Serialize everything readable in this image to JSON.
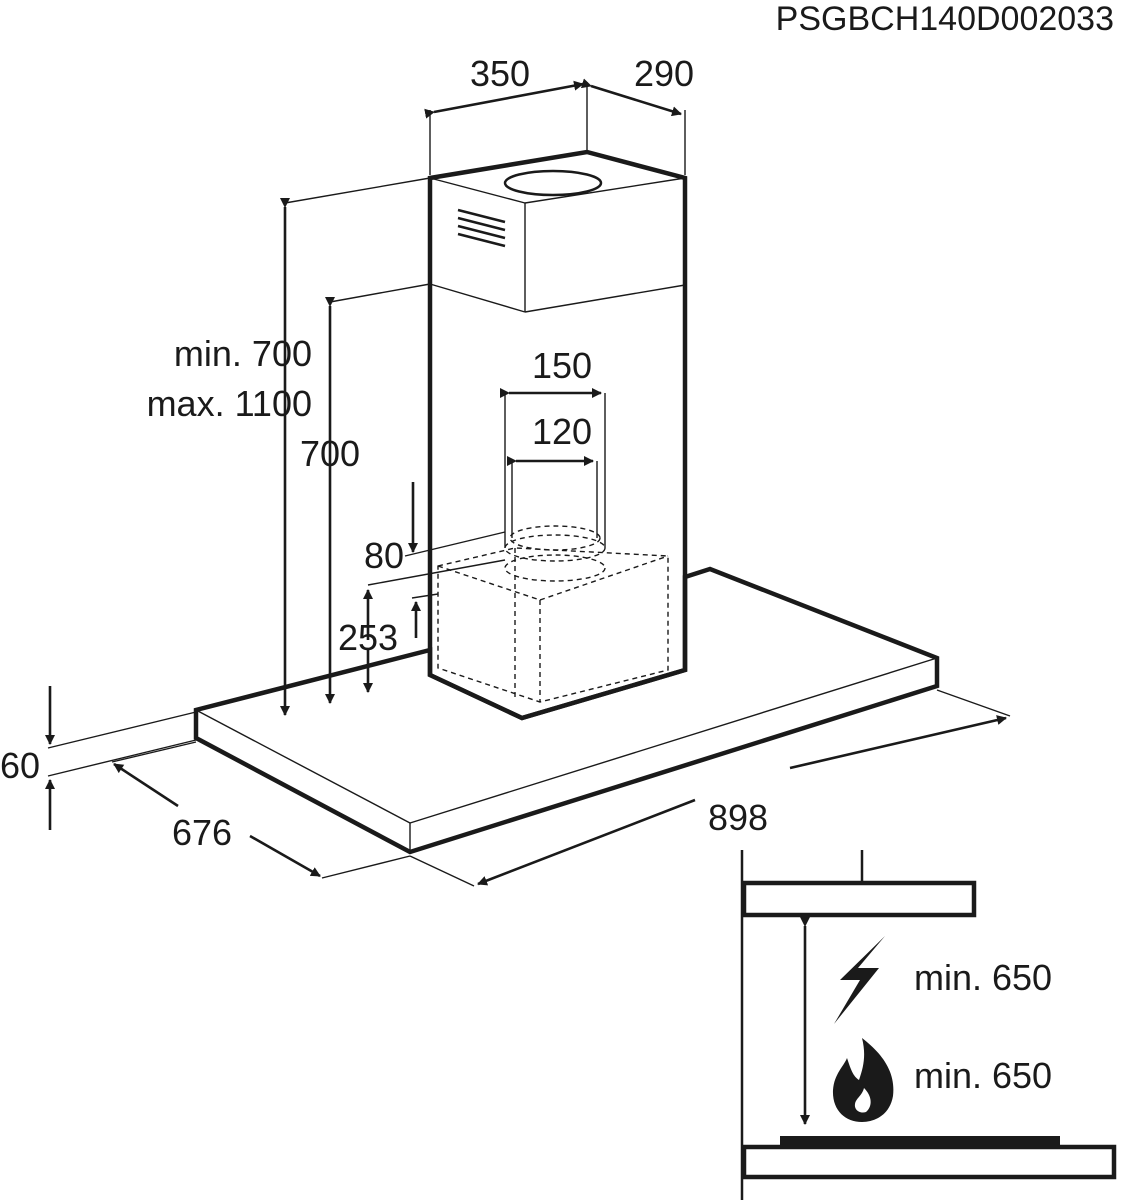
{
  "doc_code": "PSGBCH140D002033",
  "dims": {
    "chimney_width": "350",
    "chimney_depth": "290",
    "total_height_min": "min. 700",
    "total_height_max": "max. 1100",
    "lower_chimney": "700",
    "outlet_outer": "150",
    "outlet_inner": "120",
    "offset_80": "80",
    "motor_height": "253",
    "canopy_thickness": "60",
    "canopy_depth": "676",
    "canopy_width": "898"
  },
  "install": {
    "electric_label": "min. 650",
    "gas_label": "min. 650"
  },
  "icons": {
    "electric": "lightning-icon",
    "gas": "flame-icon"
  }
}
